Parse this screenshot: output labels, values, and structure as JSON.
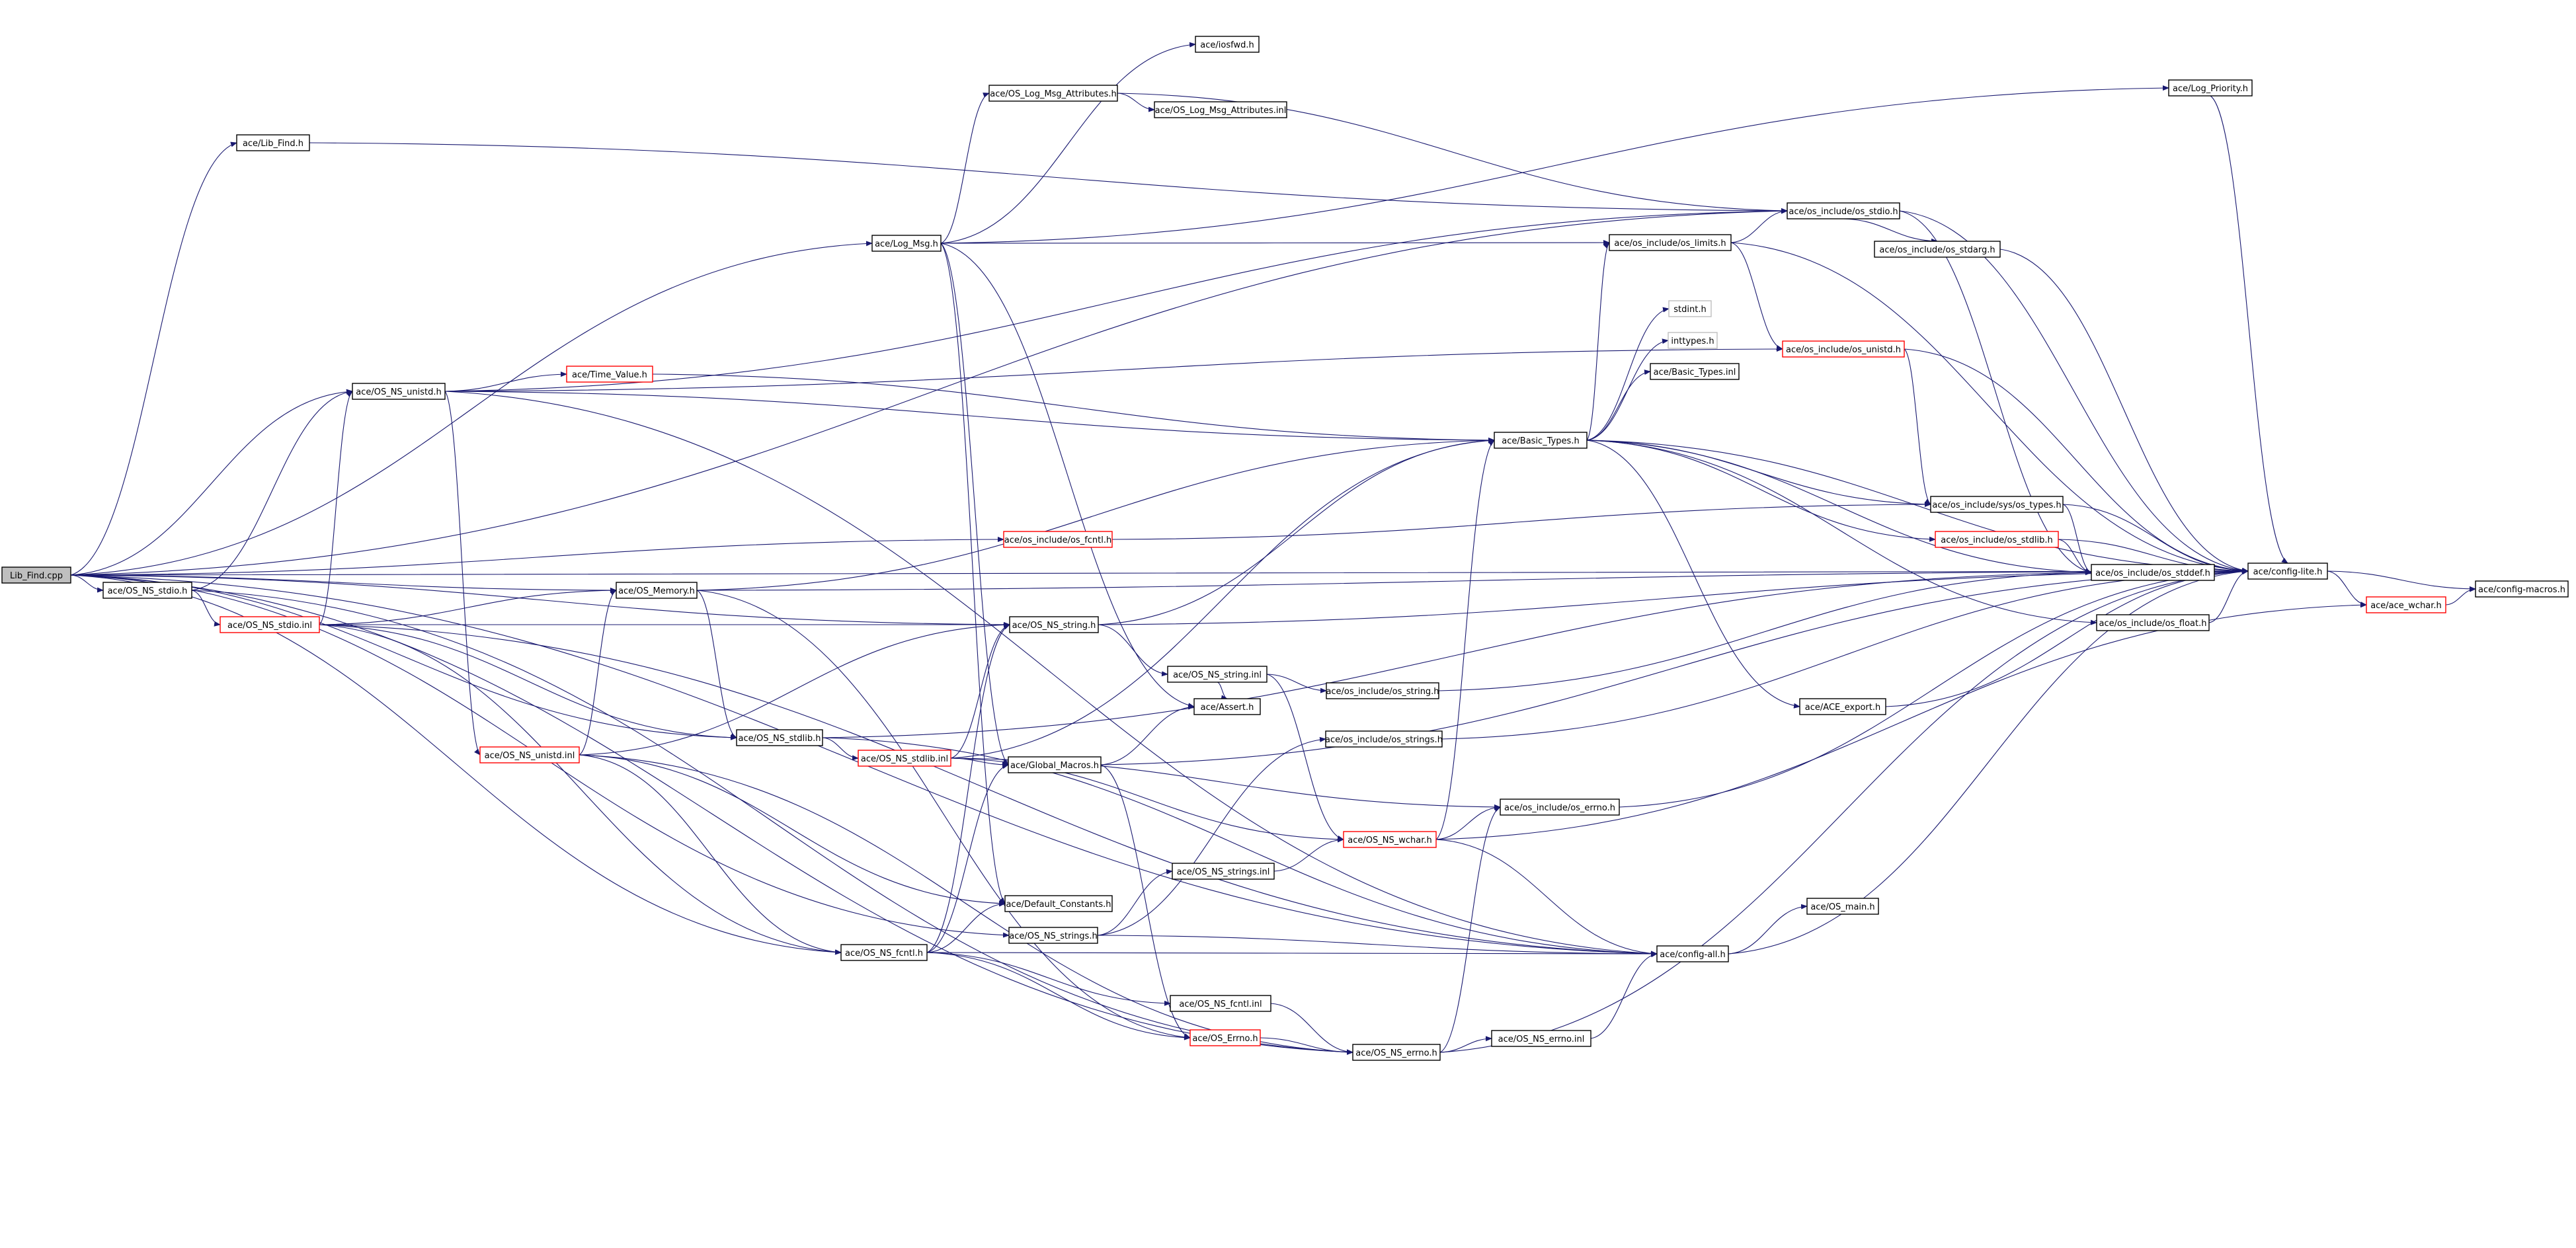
{
  "colors": {
    "edge": "#191970",
    "arrowhead": "#191970",
    "node_border_normal": "#000000",
    "node_border_truncated": "#ff0000",
    "node_border_external": "#bfbfbf",
    "root_fill": "#bfbfbf",
    "node_fill": "#ffffff",
    "background": "#ffffff"
  },
  "nodes": [
    {
      "id": "n0",
      "label": "Lib_Find.cpp",
      "style": "root"
    },
    {
      "id": "n1",
      "label": "ace/Lib_Find.h",
      "style": "normal"
    },
    {
      "id": "n2",
      "label": "ace/Log_Msg.h",
      "style": "normal"
    },
    {
      "id": "n3",
      "label": "ace/OS_NS_unistd.h",
      "style": "normal"
    },
    {
      "id": "n4",
      "label": "ace/OS_NS_stdio.h",
      "style": "normal"
    },
    {
      "id": "n5",
      "label": "ace/OS_NS_stdio.inl",
      "style": "truncated"
    },
    {
      "id": "n6",
      "label": "ace/OS_Memory.h",
      "style": "normal"
    },
    {
      "id": "n7",
      "label": "ace/OS_NS_unistd.inl",
      "style": "truncated"
    },
    {
      "id": "n8",
      "label": "ace/OS_NS_stdlib.h",
      "style": "normal"
    },
    {
      "id": "n9",
      "label": "ace/OS_NS_stdlib.inl",
      "style": "truncated"
    },
    {
      "id": "n10",
      "label": "ace/OS_NS_fcntl.h",
      "style": "normal"
    },
    {
      "id": "n11",
      "label": "ace/iosfwd.h",
      "style": "normal"
    },
    {
      "id": "n12",
      "label": "ace/OS_Log_Msg_Attributes.h",
      "style": "normal"
    },
    {
      "id": "n13",
      "label": "ace/OS_Log_Msg_Attributes.inl",
      "style": "normal"
    },
    {
      "id": "n14",
      "label": "ace/Time_Value.h",
      "style": "truncated"
    },
    {
      "id": "n15",
      "label": "ace/os_include/os_fcntl.h",
      "style": "truncated"
    },
    {
      "id": "n16",
      "label": "ace/OS_NS_string.h",
      "style": "normal"
    },
    {
      "id": "n17",
      "label": "ace/OS_NS_string.inl",
      "style": "normal"
    },
    {
      "id": "n18",
      "label": "ace/Global_Macros.h",
      "style": "normal"
    },
    {
      "id": "n19",
      "label": "ace/Default_Constants.h",
      "style": "normal"
    },
    {
      "id": "n20",
      "label": "ace/OS_NS_strings.h",
      "style": "normal"
    },
    {
      "id": "n21",
      "label": "ace/Assert.h",
      "style": "normal"
    },
    {
      "id": "n22",
      "label": "ace/OS_NS_fcntl.inl",
      "style": "normal"
    },
    {
      "id": "n23",
      "label": "ace/OS_Errno.h",
      "style": "truncated"
    },
    {
      "id": "n24",
      "label": "ace/OS_NS_strings.inl",
      "style": "normal"
    },
    {
      "id": "n25",
      "label": "ace/os_include/os_string.h",
      "style": "normal"
    },
    {
      "id": "n26",
      "label": "ace/os_include/os_strings.h",
      "style": "normal"
    },
    {
      "id": "n27",
      "label": "ace/OS_NS_wchar.h",
      "style": "truncated"
    },
    {
      "id": "n28",
      "label": "ace/OS_NS_errno.h",
      "style": "normal"
    },
    {
      "id": "n29",
      "label": "ace/OS_NS_errno.inl",
      "style": "normal"
    },
    {
      "id": "n30",
      "label": "ace/os_include/os_limits.h",
      "style": "normal"
    },
    {
      "id": "n31",
      "label": "ace/os_include/os_stdio.h",
      "style": "normal"
    },
    {
      "id": "n32",
      "label": "stdint.h",
      "style": "external"
    },
    {
      "id": "n33",
      "label": "inttypes.h",
      "style": "external"
    },
    {
      "id": "n34",
      "label": "ace/Basic_Types.inl",
      "style": "normal"
    },
    {
      "id": "n35",
      "label": "ace/Basic_Types.h",
      "style": "normal"
    },
    {
      "id": "n36",
      "label": "ace/os_include/os_errno.h",
      "style": "normal"
    },
    {
      "id": "n37",
      "label": "ace/config-all.h",
      "style": "normal"
    },
    {
      "id": "n38",
      "label": "ace/OS_main.h",
      "style": "normal"
    },
    {
      "id": "n39",
      "label": "ace/ACE_export.h",
      "style": "normal"
    },
    {
      "id": "n40",
      "label": "ace/os_include/os_stdarg.h",
      "style": "normal"
    },
    {
      "id": "n41",
      "label": "ace/os_include/os_unistd.h",
      "style": "truncated"
    },
    {
      "id": "n42",
      "label": "ace/os_include/sys/os_types.h",
      "style": "normal"
    },
    {
      "id": "n43",
      "label": "ace/os_include/os_stdlib.h",
      "style": "truncated"
    },
    {
      "id": "n44",
      "label": "ace/os_include/os_stddef.h",
      "style": "normal"
    },
    {
      "id": "n45",
      "label": "ace/os_include/os_float.h",
      "style": "normal"
    },
    {
      "id": "n46",
      "label": "ace/Log_Priority.h",
      "style": "normal"
    },
    {
      "id": "n47",
      "label": "ace/config-lite.h",
      "style": "normal"
    },
    {
      "id": "n48",
      "label": "ace/ace_wchar.h",
      "style": "truncated"
    },
    {
      "id": "n49",
      "label": "ace/config-macros.h",
      "style": "normal"
    }
  ],
  "edges": [
    [
      "n0",
      "n1"
    ],
    [
      "n0",
      "n2"
    ],
    [
      "n0",
      "n3"
    ],
    [
      "n0",
      "n4"
    ],
    [
      "n0",
      "n6"
    ],
    [
      "n0",
      "n8"
    ],
    [
      "n0",
      "n10"
    ],
    [
      "n0",
      "n16"
    ],
    [
      "n0",
      "n31"
    ],
    [
      "n0",
      "n15"
    ],
    [
      "n0",
      "n20"
    ],
    [
      "n0",
      "n28"
    ],
    [
      "n0",
      "n37"
    ],
    [
      "n0",
      "n47"
    ],
    [
      "n1",
      "n31"
    ],
    [
      "n2",
      "n11"
    ],
    [
      "n2",
      "n12"
    ],
    [
      "n2",
      "n30"
    ],
    [
      "n2",
      "n46"
    ],
    [
      "n2",
      "n18"
    ],
    [
      "n2",
      "n19"
    ],
    [
      "n2",
      "n21"
    ],
    [
      "n12",
      "n13"
    ],
    [
      "n12",
      "n31"
    ],
    [
      "n3",
      "n14"
    ],
    [
      "n3",
      "n35"
    ],
    [
      "n3",
      "n7"
    ],
    [
      "n3",
      "n41"
    ],
    [
      "n3",
      "n31"
    ],
    [
      "n3",
      "n37"
    ],
    [
      "n14",
      "n35"
    ],
    [
      "n4",
      "n5"
    ],
    [
      "n4",
      "n3"
    ],
    [
      "n4",
      "n28"
    ],
    [
      "n5",
      "n6"
    ],
    [
      "n5",
      "n16"
    ],
    [
      "n5",
      "n8"
    ],
    [
      "n5",
      "n3"
    ],
    [
      "n5",
      "n10"
    ],
    [
      "n5",
      "n37"
    ],
    [
      "n6",
      "n35"
    ],
    [
      "n6",
      "n8"
    ],
    [
      "n6",
      "n47"
    ],
    [
      "n6",
      "n23"
    ],
    [
      "n7",
      "n6"
    ],
    [
      "n7",
      "n16"
    ],
    [
      "n7",
      "n10"
    ],
    [
      "n7",
      "n19"
    ],
    [
      "n7",
      "n28"
    ],
    [
      "n8",
      "n9"
    ],
    [
      "n8",
      "n44"
    ],
    [
      "n8",
      "n37"
    ],
    [
      "n9",
      "n18"
    ],
    [
      "n9",
      "n16"
    ],
    [
      "n9",
      "n35"
    ],
    [
      "n9",
      "n27"
    ],
    [
      "n9",
      "n36"
    ],
    [
      "n10",
      "n18"
    ],
    [
      "n10",
      "n19"
    ],
    [
      "n10",
      "n22"
    ],
    [
      "n10",
      "n16"
    ],
    [
      "n10",
      "n37"
    ],
    [
      "n10",
      "n23"
    ],
    [
      "n15",
      "n42"
    ],
    [
      "n16",
      "n17"
    ],
    [
      "n16",
      "n35"
    ],
    [
      "n16",
      "n47"
    ],
    [
      "n17",
      "n21"
    ],
    [
      "n17",
      "n25"
    ],
    [
      "n17",
      "n27"
    ],
    [
      "n18",
      "n21"
    ],
    [
      "n18",
      "n47"
    ],
    [
      "n18",
      "n23"
    ],
    [
      "n20",
      "n24"
    ],
    [
      "n20",
      "n26"
    ],
    [
      "n20",
      "n37"
    ],
    [
      "n22",
      "n28"
    ],
    [
      "n23",
      "n28"
    ],
    [
      "n24",
      "n27"
    ],
    [
      "n25",
      "n44"
    ],
    [
      "n26",
      "n47"
    ],
    [
      "n27",
      "n36"
    ],
    [
      "n27",
      "n37"
    ],
    [
      "n27",
      "n35"
    ],
    [
      "n27",
      "n48"
    ],
    [
      "n28",
      "n29"
    ],
    [
      "n28",
      "n36"
    ],
    [
      "n28",
      "n47"
    ],
    [
      "n29",
      "n37"
    ],
    [
      "n30",
      "n31"
    ],
    [
      "n30",
      "n41"
    ],
    [
      "n30",
      "n47"
    ],
    [
      "n31",
      "n40"
    ],
    [
      "n31",
      "n44"
    ],
    [
      "n31",
      "n47"
    ],
    [
      "n35",
      "n32"
    ],
    [
      "n35",
      "n33"
    ],
    [
      "n35",
      "n34"
    ],
    [
      "n35",
      "n30"
    ],
    [
      "n35",
      "n42"
    ],
    [
      "n35",
      "n43"
    ],
    [
      "n35",
      "n44"
    ],
    [
      "n35",
      "n45"
    ],
    [
      "n35",
      "n39"
    ],
    [
      "n35",
      "n47"
    ],
    [
      "n36",
      "n47"
    ],
    [
      "n37",
      "n38"
    ],
    [
      "n37",
      "n47"
    ],
    [
      "n39",
      "n47"
    ],
    [
      "n40",
      "n47"
    ],
    [
      "n41",
      "n42"
    ],
    [
      "n41",
      "n47"
    ],
    [
      "n42",
      "n44"
    ],
    [
      "n42",
      "n47"
    ],
    [
      "n43",
      "n44"
    ],
    [
      "n43",
      "n47"
    ],
    [
      "n44",
      "n47"
    ],
    [
      "n45",
      "n47"
    ],
    [
      "n46",
      "n47"
    ],
    [
      "n47",
      "n48"
    ],
    [
      "n47",
      "n49"
    ],
    [
      "n48",
      "n49"
    ]
  ]
}
